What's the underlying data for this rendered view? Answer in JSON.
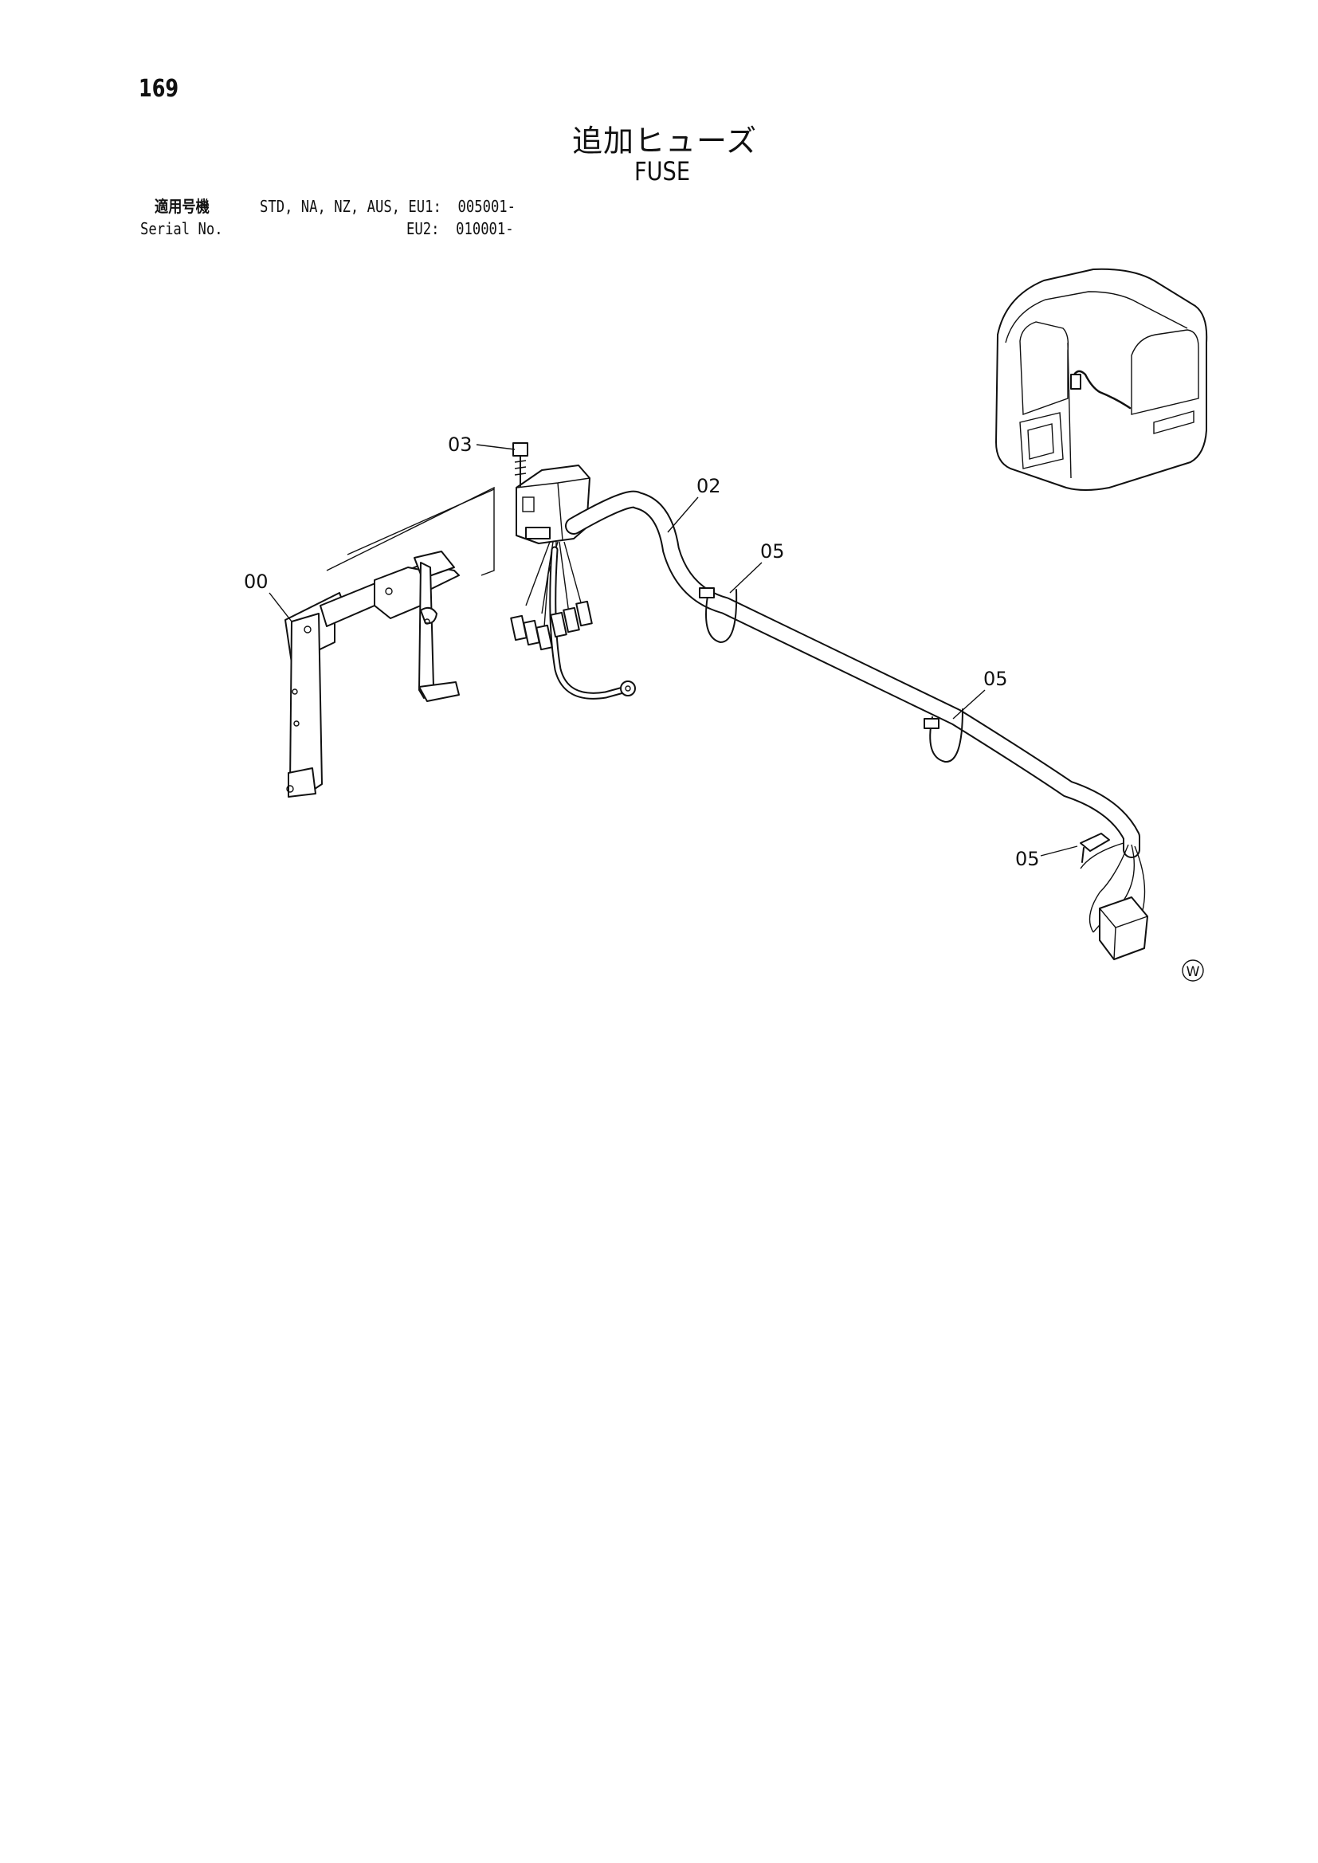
{
  "page_number": "169",
  "title_jp": "追加ヒューズ",
  "title_en": "FUSE",
  "serial": {
    "label_jp": "適用号機",
    "label_en": "Serial No.",
    "line1": "STD, NA, NZ, AUS, EU1:  005001-",
    "line2": "EU2:  010001-"
  },
  "callouts": {
    "c00": "00",
    "c02": "02",
    "c03": "03",
    "c05a": "05",
    "c05b": "05",
    "c05c": "05"
  },
  "mark": "W"
}
